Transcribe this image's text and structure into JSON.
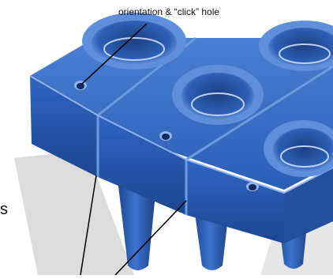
{
  "callout": {
    "orientation_hole_label": "orientation & “click” hole"
  },
  "edge_fragment": {
    "text": "s"
  },
  "colors": {
    "part_blue": "#2f62b8",
    "part_blue_dark": "#1e4a94",
    "part_blue_light": "#6f9be0",
    "background": "#ffffff",
    "shadow": "#d9d9d9",
    "leader_line": "#000000"
  },
  "icons": {
    "orientation_hole": "small-round-hole",
    "wells": "round-well"
  }
}
